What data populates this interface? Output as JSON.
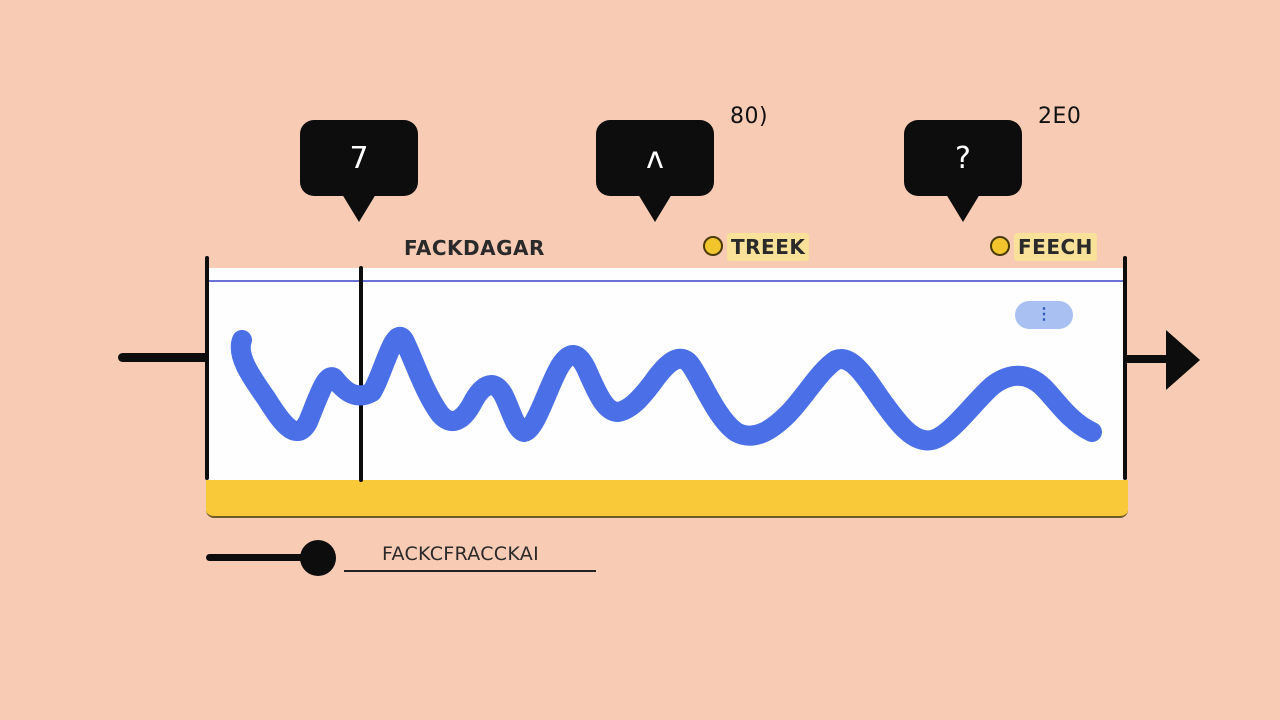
{
  "bubbles": [
    {
      "label": "7"
    },
    {
      "label": "ʌ",
      "number": "80)"
    },
    {
      "label": "?",
      "number": "2E0"
    }
  ],
  "markers": [
    {
      "label": "FACKDAGAR"
    },
    {
      "label": "TREEK"
    },
    {
      "label": "FEECH"
    }
  ],
  "menu_pill": {
    "icon": "vertical-dots-icon",
    "glyph": "⋮"
  },
  "slider": {
    "label": "FACKCFRACCKAI"
  },
  "colors": {
    "background": "#f8cbb4",
    "waveform": "#4a6fe6",
    "yellow_bar": "#f9c93a",
    "marker_highlight": "#f9e19a",
    "dark": "#0d0d0d"
  }
}
